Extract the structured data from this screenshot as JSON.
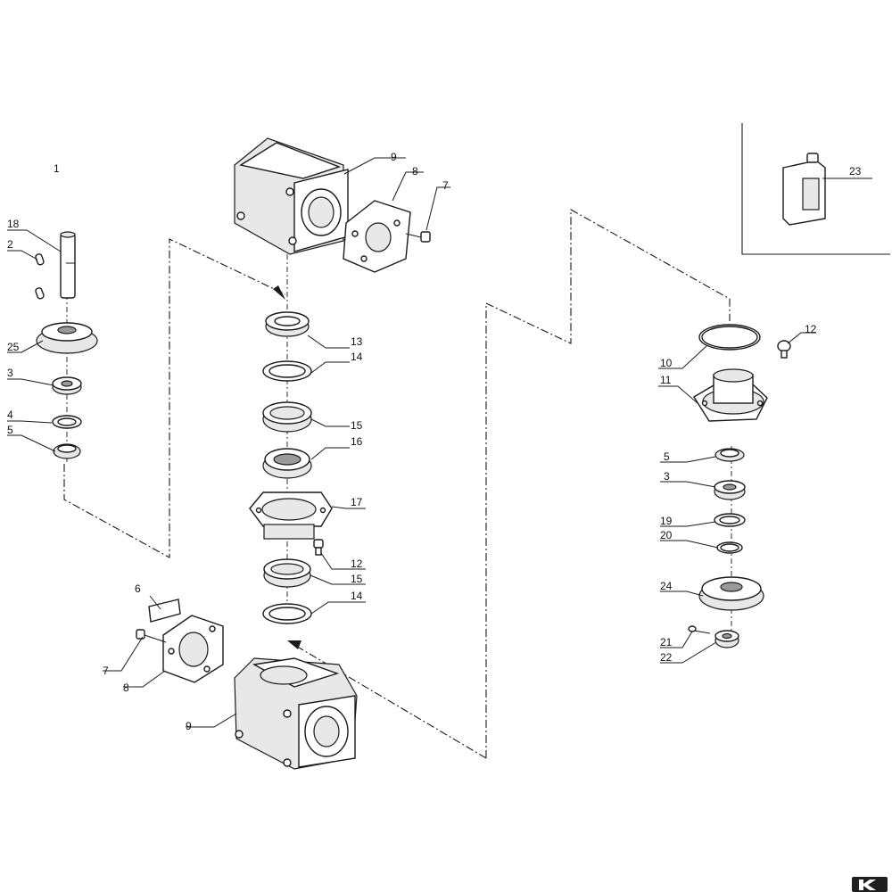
{
  "diagram": {
    "group_label": "1",
    "callouts": {
      "c2": "2",
      "c3a": "3",
      "c3b": "3",
      "c4": "4",
      "c5a": "5",
      "c5b": "5",
      "c6": "6",
      "c7a": "7",
      "c7b": "7",
      "c8a": "8",
      "c8b": "8",
      "c9a": "9",
      "c9b": "9",
      "c10": "10",
      "c11": "11",
      "c12a": "12",
      "c12b": "12",
      "c13": "13",
      "c14a": "14",
      "c14b": "14",
      "c15a": "15",
      "c15b": "15",
      "c16": "16",
      "c17": "17",
      "c18": "18",
      "c19": "19",
      "c20": "20",
      "c21": "21",
      "c22": "22",
      "c23": "23",
      "c24": "24",
      "c25": "25"
    },
    "logo": {
      "icon": "kramp-k-logo-icon",
      "color": "#1f1f1f"
    }
  }
}
